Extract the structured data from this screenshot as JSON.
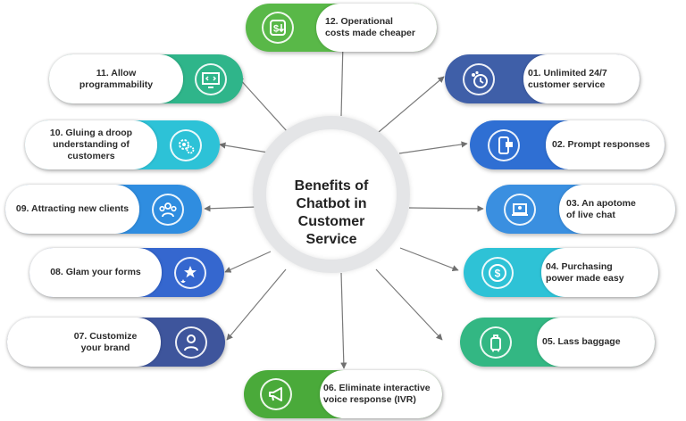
{
  "center": {
    "title": "Benefits of\nChatbot in\nCustomer\nService"
  },
  "benefits": [
    {
      "id": "b01",
      "label": "01. Unlimited 24/7\ncustomer service",
      "icon": "clock-paw-icon",
      "color": "#3f5fa8",
      "side": "right"
    },
    {
      "id": "b02",
      "label": "02. Prompt responses",
      "icon": "phone-chat-icon",
      "color": "#2f6fd3",
      "side": "right"
    },
    {
      "id": "b03",
      "label": "03. An apotome\nof live chat",
      "icon": "laptop-user-icon",
      "color": "#3a8fe0",
      "side": "right"
    },
    {
      "id": "b04",
      "label": "04. Purchasing\npower made easy",
      "icon": "dollar-coin-icon",
      "color": "#2ec2d6",
      "side": "right"
    },
    {
      "id": "b05",
      "label": "05. Lass baggage",
      "icon": "suitcase-icon",
      "color": "#33b783",
      "side": "right"
    },
    {
      "id": "b06",
      "label": "06. Eliminate interactive\nvoice response (IVR)",
      "icon": "megaphone-icon",
      "color": "#4aaa3a",
      "side": "bottom"
    },
    {
      "id": "b07",
      "label": "07. Customize\nyour brand",
      "icon": "user-icon",
      "color": "#3e559c",
      "side": "left"
    },
    {
      "id": "b08",
      "label": "08. Glam your forms",
      "icon": "stars-icon",
      "color": "#3567cf",
      "side": "left"
    },
    {
      "id": "b09",
      "label": "09. Attracting new clients",
      "icon": "group-icon",
      "color": "#2f8de0",
      "side": "left"
    },
    {
      "id": "b10",
      "label": "10. Gluing a droop\nunderstanding of\ncustomers",
      "icon": "gears-icon",
      "color": "#2dc2d7",
      "side": "left"
    },
    {
      "id": "b11",
      "label": "11. Allow\nprogrammability",
      "icon": "monitor-code-icon",
      "color": "#2fb58a",
      "side": "left"
    },
    {
      "id": "b12",
      "label": "12. Operational\ncosts made cheaper",
      "icon": "dollar-down-icon",
      "color": "#59b848",
      "side": "top"
    }
  ]
}
